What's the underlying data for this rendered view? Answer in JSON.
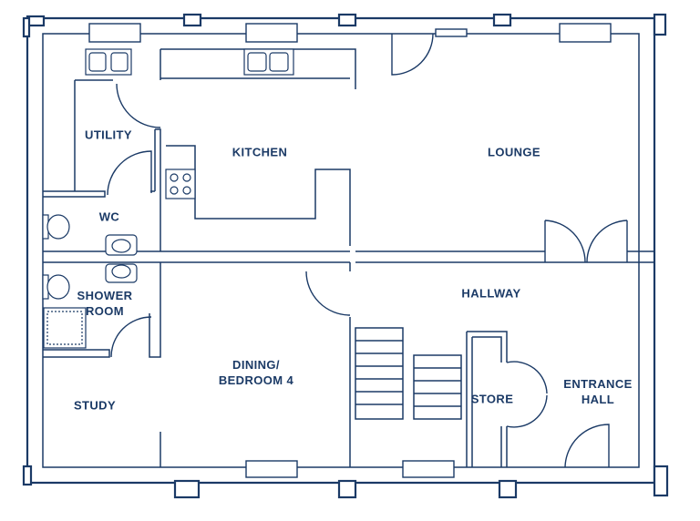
{
  "colors": {
    "line": "#1b3a66",
    "background": "#ffffff"
  },
  "rooms": {
    "utility": "UTILITY",
    "kitchen": "KITCHEN",
    "lounge": "LOUNGE",
    "wc": "WC",
    "shower_room": [
      "SHOWER",
      "ROOM"
    ],
    "hallway": "HALLWAY",
    "dining": [
      "DINING/",
      "BEDROOM 4"
    ],
    "study": "STUDY",
    "store": "STORE",
    "entrance_hall": [
      "ENTRANCE",
      "HALL"
    ]
  }
}
